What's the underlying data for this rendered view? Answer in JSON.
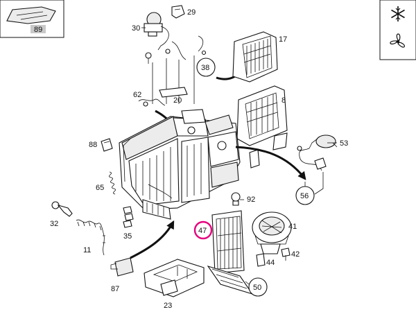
{
  "thumbnail": {
    "label": "89"
  },
  "callouts": {
    "c38": "38",
    "c56": "56",
    "c50": "50",
    "c47": "47"
  },
  "labels": {
    "l29": "29",
    "l30": "30",
    "l17": "17",
    "l20": "20",
    "l62": "62",
    "l8": "8",
    "l88": "88",
    "l53": "53",
    "l65": "65",
    "l92": "92",
    "l32": "32",
    "l41": "41",
    "l35": "35",
    "l11": "11",
    "l42": "42",
    "l44": "44",
    "l87": "87",
    "l23": "23"
  },
  "icons": {
    "snowflake": "snowflake-icon",
    "fan": "fan-icon"
  },
  "colors": {
    "highlight": "#e6007e"
  }
}
